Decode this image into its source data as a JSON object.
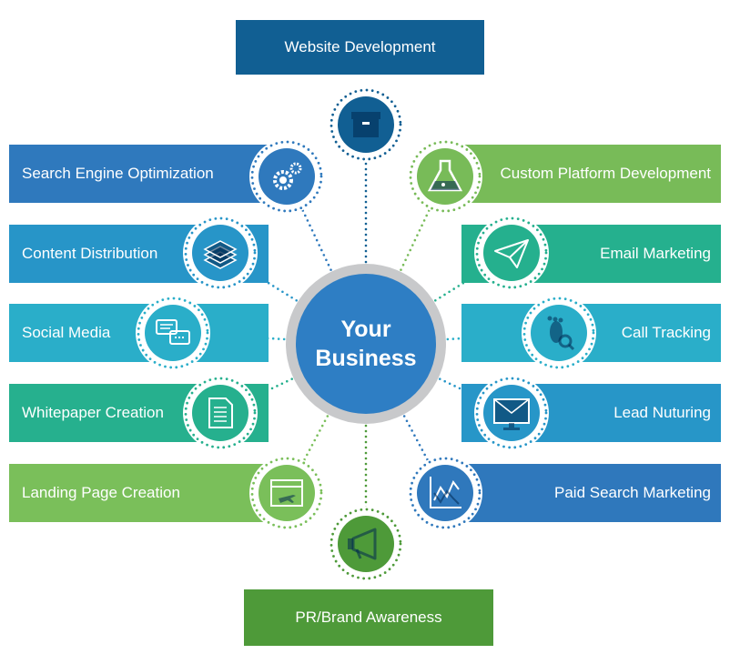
{
  "center": {
    "line1": "Your",
    "line2": "Business",
    "color": "#2e7ec4",
    "ring_color": "#c8c9cb"
  },
  "services": [
    {
      "label": "Website Development",
      "side": "top",
      "color": "#115f93",
      "icon": "archive-box-icon"
    },
    {
      "label": "Search Engine Optimization",
      "side": "left",
      "color": "#2f79bd",
      "icon": "gears-icon"
    },
    {
      "label": "Content Distribution",
      "side": "left",
      "color": "#2795c8",
      "icon": "layers-icon"
    },
    {
      "label": "Social Media",
      "side": "left",
      "color": "#2aaec9",
      "icon": "chat-bubbles-icon"
    },
    {
      "label": "Whitepaper Creation",
      "side": "left",
      "color": "#26b08e",
      "icon": "document-icon"
    },
    {
      "label": "Landing Page Creation",
      "side": "left",
      "color": "#7abf5a",
      "icon": "browser-window-icon"
    },
    {
      "label": "Custom Platform Development",
      "side": "right",
      "color": "#78bb58",
      "icon": "flask-icon"
    },
    {
      "label": "Email Marketing",
      "side": "right",
      "color": "#25b08e",
      "icon": "paper-plane-icon"
    },
    {
      "label": "Call Tracking",
      "side": "right",
      "color": "#2aaec9",
      "icon": "footprint-search-icon"
    },
    {
      "label": "Lead Nuturing",
      "side": "right",
      "color": "#2796c8",
      "icon": "monitor-mail-icon"
    },
    {
      "label": "Paid Search Marketing",
      "side": "right",
      "color": "#2f78bc",
      "icon": "analytics-chart-icon"
    },
    {
      "label": "PR/Brand Awareness",
      "side": "bottom",
      "color": "#4e9a39",
      "icon": "megaphone-icon"
    }
  ]
}
